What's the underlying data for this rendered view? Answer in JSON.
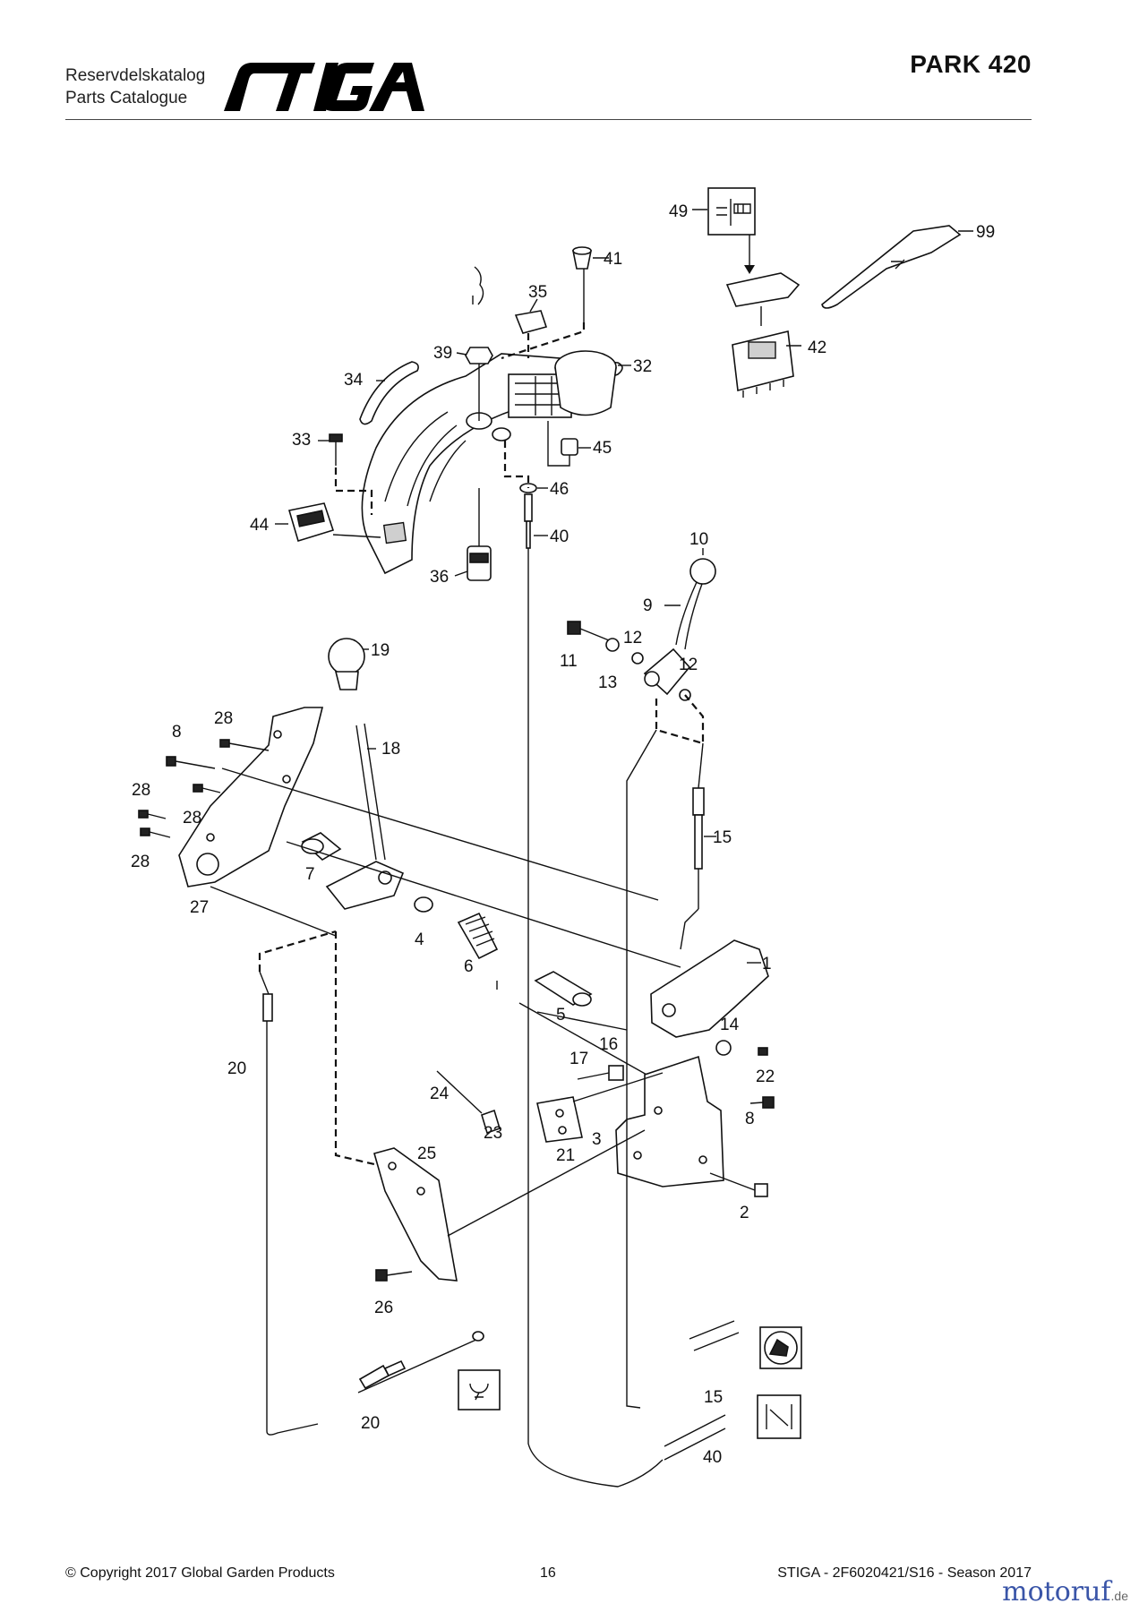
{
  "header": {
    "subtitle_sv": "Reservdelskatalog",
    "subtitle_en": "Parts Catalogue",
    "brand": "STIGA",
    "model": "PARK 420"
  },
  "callouts": {
    "c1": "1",
    "c2": "2",
    "c3": "3",
    "c4": "4",
    "c5": "5",
    "c6": "6",
    "c7": "7",
    "c8a": "8",
    "c8b": "8",
    "c9": "9",
    "c10": "10",
    "c11": "11",
    "c12a": "12",
    "c12b": "12",
    "c13": "13",
    "c14": "14",
    "c15a": "15",
    "c15b": "15",
    "c16": "16",
    "c17": "17",
    "c18": "18",
    "c19": "19",
    "c20a": "20",
    "c20b": "20",
    "c21": "21",
    "c22": "22",
    "c23": "23",
    "c24": "24",
    "c25": "25",
    "c26": "26",
    "c27": "27",
    "c28a": "28",
    "c28b": "28",
    "c28c": "28",
    "c28d": "28",
    "c32": "32",
    "c33": "33",
    "c34": "34",
    "c35": "35",
    "c36": "36",
    "c39": "39",
    "c40a": "40",
    "c40b": "40",
    "c41": "41",
    "c42": "42",
    "c44": "44",
    "c45": "45",
    "c46": "46",
    "c49": "49",
    "c99": "99"
  },
  "footer": {
    "copyright": "© Copyright 2017 Global Garden Products",
    "page": "16",
    "catalog": "STIGA - 2F6020421/S16 - Season 2017",
    "watermark": "motoruf",
    "watermark_tld": ".de"
  }
}
